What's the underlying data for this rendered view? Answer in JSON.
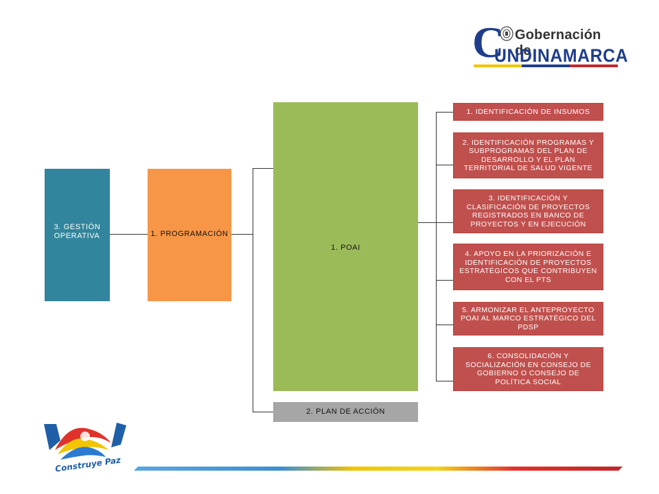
{
  "logo": {
    "letter_c": "C",
    "top_text": "Gobernación de",
    "bottom_text": "UNDINAMARCA",
    "colors": {
      "blue": "#1f3d8a",
      "red": "#c0272d",
      "yellow": "#f2c500",
      "gray": "#666666"
    }
  },
  "bottom_logo": {
    "icon": "construye-paz-dove-icon",
    "text": "Construye Paz"
  },
  "boxes": {
    "gestion": {
      "label": "3. GESTIÓN\nOPERATIVA",
      "color": "#31859c"
    },
    "programacion": {
      "label": "1. PROGRAMACIÓN",
      "color": "#f79646"
    },
    "poai": {
      "label": "1. POAI",
      "color": "#9bbb59"
    },
    "plan_accion": {
      "label": "2. PLAN DE ACCIÓN",
      "color": "#a6a6a6"
    }
  },
  "steps": [
    {
      "label": "1. IDENTIFICACIÓN DE INSUMOS"
    },
    {
      "label": "2. IDENTIFICACIÓN PROGRAMAS Y\nSUBPROGRAMAS DEL PLAN DE\nDESARROLLO Y EL PLAN\nTERRITORIAL DE SALUD VIGENTE"
    },
    {
      "label": "3. IDENTIFICACIÓN Y\nCLASIFICACIÓN DE PROYECTOS\nREGISTRADOS EN BANCO DE\nPROYECTOS Y EN EJECUCIÓN"
    },
    {
      "label": "4. APOYO EN LA PRIORIZACIÓN E\nIDENTIFICACIÓN DE PROYECTOS\nESTRATÉGICOS QUE CONTRIBUYEN\nCON EL PTS"
    },
    {
      "label": "5. ARMONIZAR EL ANTEPROYECTO\nPOAI AL MARCO ESTRATÉGICO DEL\nPDSP"
    },
    {
      "label": "6. CONSOLIDACIÓN Y\nSOCIALIZACIÓN EN CONSEJO DE\nGOBIERNO O CONSEJO DE\nPOLÍTICA SOCIAL"
    }
  ]
}
